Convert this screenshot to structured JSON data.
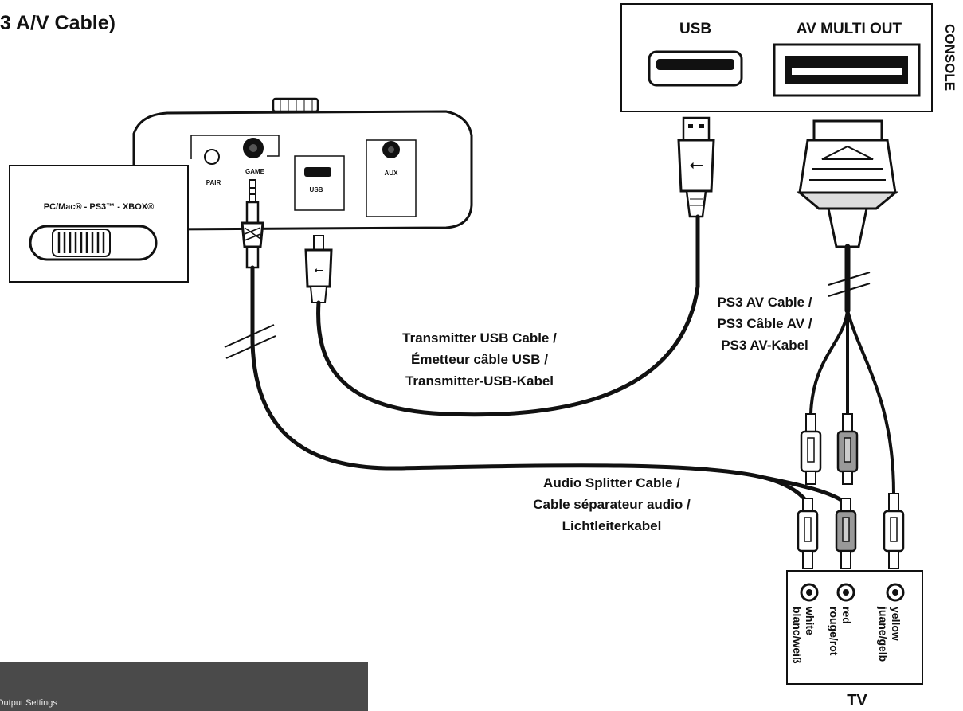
{
  "title": "3 A/V Cable)",
  "console": {
    "usb_label": "USB",
    "av_label": "AV MULTI OUT",
    "side_label": "CONSOLE"
  },
  "receiver": {
    "pair_label": "PAIR",
    "game_label": "GAME",
    "usb_label": "USB",
    "aux_label": "AUX"
  },
  "switch": {
    "options": "PC/Mac® - PS3™ - XBOX®"
  },
  "cables": {
    "transmitter_usb": [
      "Transmitter USB Cable /",
      "Émetteur câble USB /",
      "Transmitter-USB-Kabel"
    ],
    "ps3_av": [
      "PS3 AV Cable /",
      "PS3 Câble AV /",
      "PS3 AV-Kabel"
    ],
    "audio_splitter": [
      "Audio Splitter Cable /",
      "Cable séparateur audio /",
      "Lichtleiterkabel"
    ]
  },
  "tv": {
    "label": "TV",
    "jacks": [
      {
        "line1": "white",
        "line2": "blanc/weiß"
      },
      {
        "line1": "red",
        "line2": "rouge/rot"
      },
      {
        "line1": "yellow",
        "line2": "juane/gelb"
      }
    ]
  },
  "bottom_bar": {
    "text": "Output Settings"
  }
}
